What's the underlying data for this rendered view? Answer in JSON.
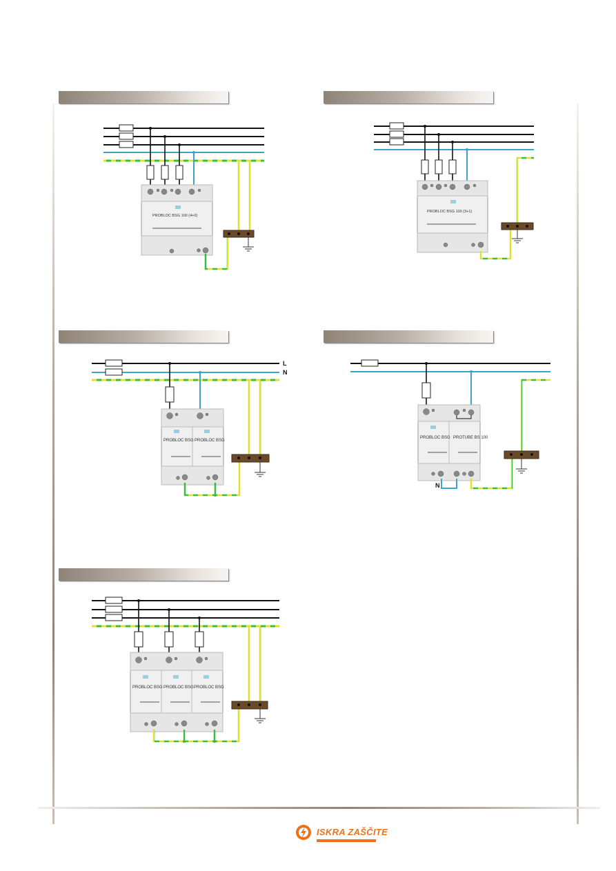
{
  "colors": {
    "phase": "#111111",
    "neutral": "#3ba3cc",
    "earth_green": "#3dbb3d",
    "earth_yellow": "#e3df2a",
    "earth_bar": "#6b4a2a",
    "brand": "#e8731c"
  },
  "diagrams": [
    {
      "device_label": "PROBLOC BSG 100 (4+0)"
    },
    {
      "device_label": "PROBLOC BSG 100 (3+1)"
    },
    {
      "line_labels": [
        "L",
        "N"
      ],
      "module_labels": [
        "PROBLOC BSG",
        "PROBLOC BSG"
      ]
    },
    {
      "neutral_label": "N",
      "module_labels": [
        "PROBLOC BSG",
        "PROTUBE BS 100"
      ]
    },
    {
      "module_labels": [
        "PROBLOC BSG",
        "PROBLOC BSG",
        "PROBLOC BSG"
      ]
    }
  ],
  "footer": {
    "brand_name": "ISKRA ZAŠČITE",
    "logo_icon": "lightning-bolt-icon"
  }
}
